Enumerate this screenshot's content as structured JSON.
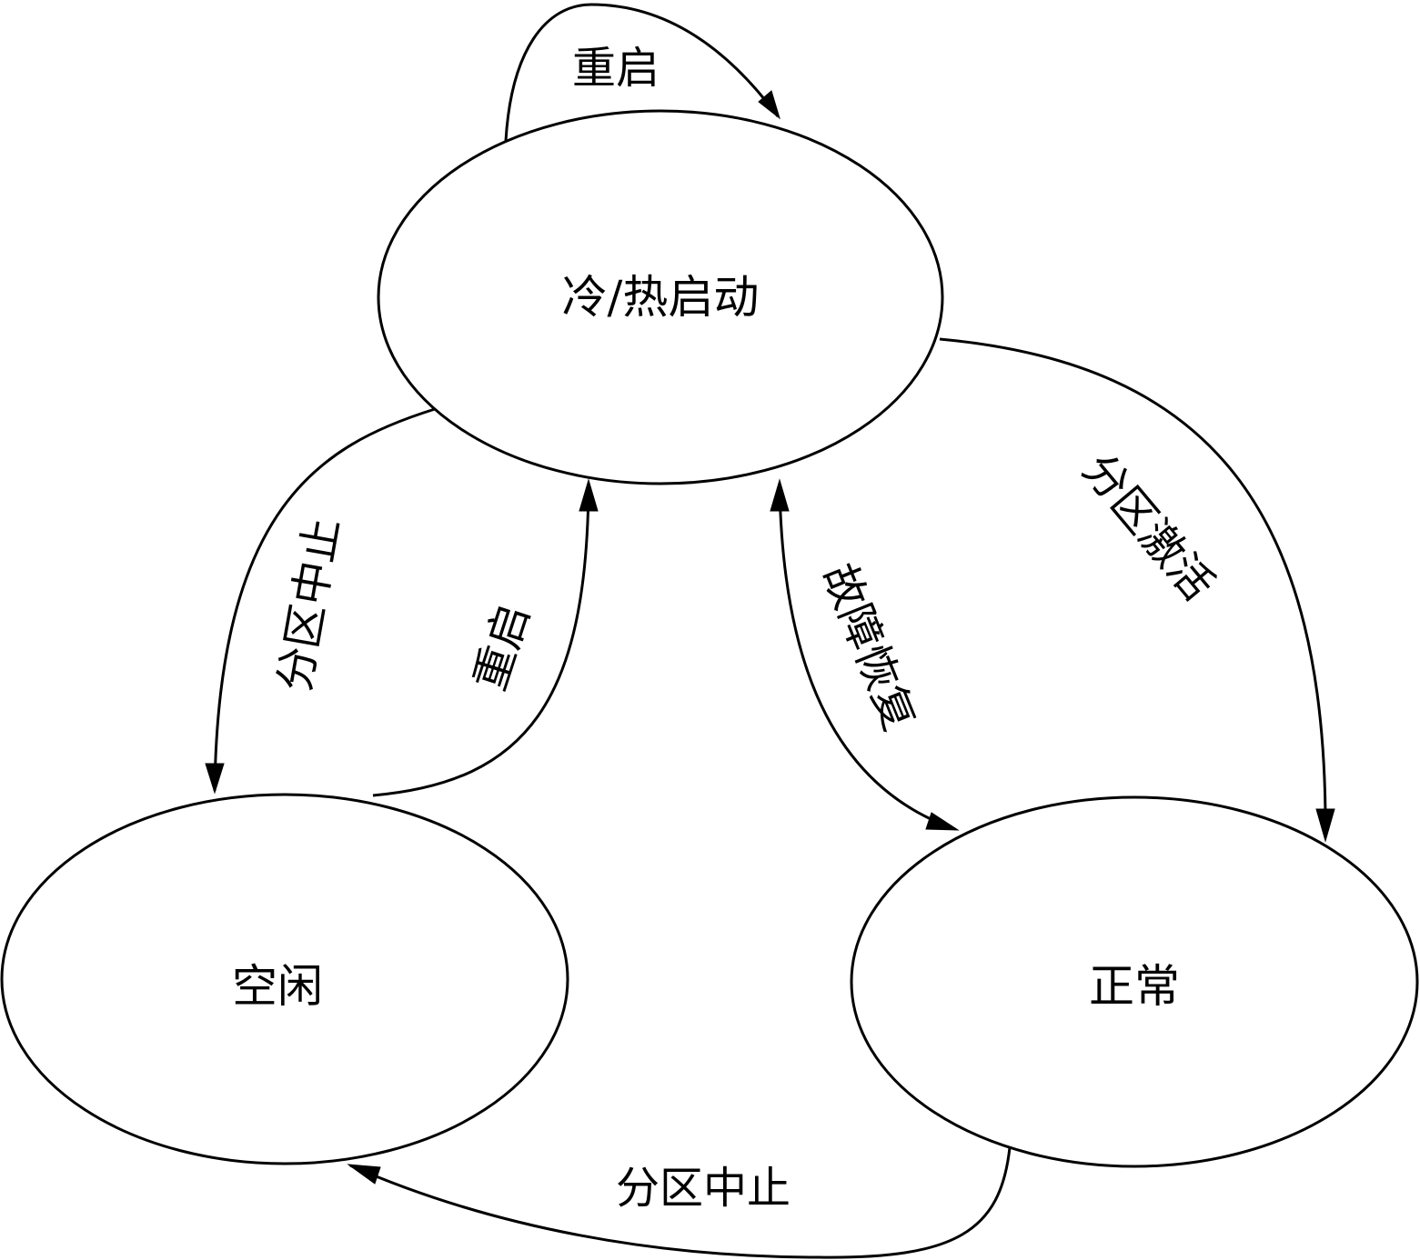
{
  "diagram": {
    "type": "state-transition",
    "colors": {
      "stroke": "#000000",
      "background": "#ffffff",
      "text": "#000000"
    },
    "states": {
      "start": "冷/热启动",
      "idle": "空闲",
      "normal": "正常"
    },
    "transitions": {
      "self_restart": "重启",
      "start_to_idle": "分区中止",
      "idle_to_start": "重启",
      "normal_to_start": "故障恢复",
      "start_to_normal": "分区激活",
      "normal_to_idle": "分区中止"
    }
  }
}
